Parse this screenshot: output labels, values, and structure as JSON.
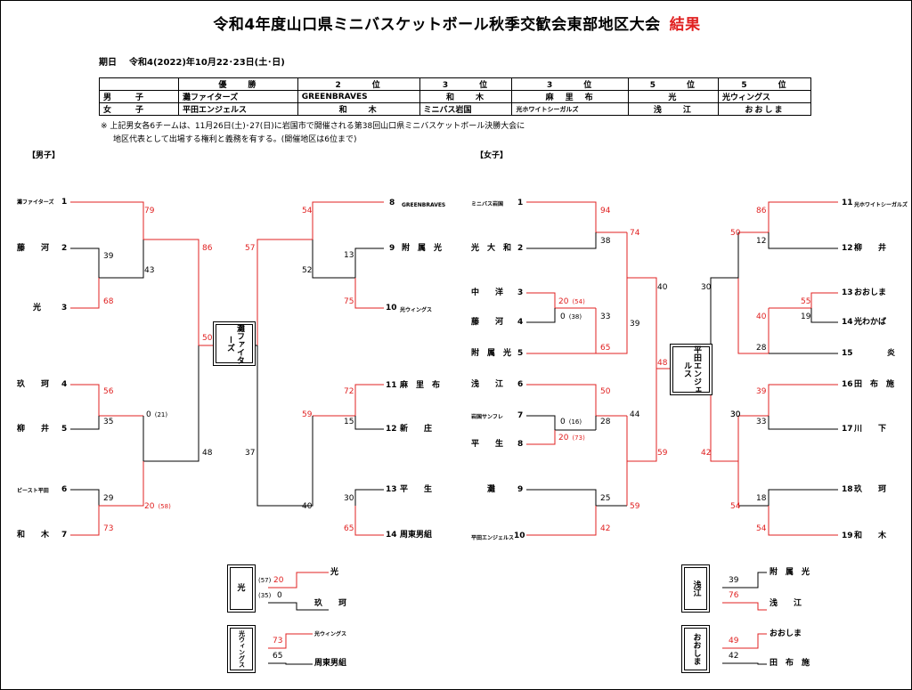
{
  "title": "令和4年度山口県ミニバスケットボール秋季交歓会東部地区大会",
  "title_result": "結果",
  "date_label": "期日",
  "date_value": "令和4(2022)年10月22･23日(土･日)",
  "results_table": {
    "header": [
      "優　　勝",
      "2　　　位",
      "3　　　位",
      "3　　　位",
      "5　　　位",
      "5　　　位"
    ],
    "rows": [
      {
        "label": "男　　　子",
        "cells": [
          "灘ファイターズ",
          "GREENBRAVES",
          "和　　木",
          "麻　里　布",
          "光",
          "光ウィングス"
        ]
      },
      {
        "label": "女　　　子",
        "cells": [
          "平田エンジェルス",
          "和　　木",
          "ミニバス岩国",
          "光ホワイトシーガルズ",
          "浅　　江",
          "おおしま"
        ]
      }
    ]
  },
  "note_line1": "※ 上記男女各6チームは、11月26日(土)･27(日)に岩国市で開催される第38回山口県ミニバスケットボール決勝大会に",
  "note_line2": "地区代表として出場する権利と義務を有する。(開催地区は6位まで)",
  "boys_heading": "【男子】",
  "girls_heading": "【女子】",
  "boys_champion": "灘ファイターズ",
  "girls_champion": "平田エンジェルス",
  "teams": [
    {
      "n": "1",
      "name": "灘ファイターズ"
    },
    {
      "n": "2",
      "name": "藤　　河"
    },
    {
      "n": "3",
      "name": "光"
    },
    {
      "n": "4",
      "name": "玖　　珂"
    },
    {
      "n": "5",
      "name": "柳　　井"
    },
    {
      "n": "6",
      "name": "ビースト平田"
    },
    {
      "n": "7",
      "name": "和　　木"
    },
    {
      "n": "8",
      "name": "GREENBRAVES"
    },
    {
      "n": "9",
      "name": "附　属　光"
    },
    {
      "n": "10",
      "name": "光ウィングス"
    },
    {
      "n": "11",
      "name": "麻　里　布"
    },
    {
      "n": "12",
      "name": "新　　庄"
    },
    {
      "n": "13",
      "name": "平　　生"
    },
    {
      "n": "14",
      "name": "周東男組"
    },
    {
      "n": "1",
      "name": "ミニバス岩国"
    },
    {
      "n": "2",
      "name": "光　大　和"
    },
    {
      "n": "3",
      "name": "中　　洋"
    },
    {
      "n": "4",
      "name": "藤　　河"
    },
    {
      "n": "5",
      "name": "附　属　光"
    },
    {
      "n": "6",
      "name": "浅　　江"
    },
    {
      "n": "7",
      "name": "岩国サンフレ"
    },
    {
      "n": "8",
      "name": "平　　生"
    },
    {
      "n": "9",
      "name": "灘"
    },
    {
      "n": "10",
      "name": "平田エンジェルス"
    },
    {
      "n": "11",
      "name": "光ホワイトシーガルズ"
    },
    {
      "n": "12",
      "name": "柳　　井"
    },
    {
      "n": "13",
      "name": "おおしま"
    },
    {
      "n": "14",
      "name": "光わかば"
    },
    {
      "n": "15",
      "name": "炎"
    },
    {
      "n": "16",
      "name": "田　布　施"
    },
    {
      "n": "17",
      "name": "川　　下"
    },
    {
      "n": "18",
      "name": "玖　　珂"
    },
    {
      "n": "19",
      "name": "和　　木"
    }
  ],
  "scores": [
    "79",
    "43",
    "39",
    "68",
    "86",
    "50",
    "29",
    "57",
    "54",
    "52",
    "13",
    "75",
    "56",
    "35",
    "0",
    "(21)",
    "20",
    "(58)",
    "29",
    "73",
    "48",
    "37",
    "40",
    "72",
    "15",
    "59",
    "30",
    "65",
    "94",
    "38",
    "74",
    "20",
    "(54)",
    "0",
    "(38)",
    "33",
    "65",
    "39",
    "40",
    "48",
    "38",
    "30",
    "50",
    "12",
    "86",
    "55",
    "19",
    "40",
    "28",
    "50",
    "30",
    "44",
    "28",
    "0",
    "(16)",
    "20",
    "(73)",
    "59",
    "25",
    "59",
    "42",
    "39",
    "33",
    "30",
    "18",
    "54",
    "54",
    "42"
  ],
  "consolation": {
    "boys_5th_a": {
      "box": "光",
      "top_prev": "(57)",
      "bot_prev": "(35)",
      "top": "20",
      "bot": "0",
      "team_top": "光",
      "team_bot": "玖　　珂"
    },
    "boys_5th_b": {
      "box": "光ウィングス",
      "top": "73",
      "bot": "65",
      "team_top": "光ウィングス",
      "team_bot": "周東男組"
    },
    "girls_5th_a": {
      "box": "浅江",
      "top": "39",
      "bot": "76",
      "team_top": "附　属　光",
      "team_bot": "浅　　江"
    },
    "girls_5th_b": {
      "box": "おおしま",
      "top": "49",
      "bot": "42",
      "team_top": "おおしま",
      "team_bot": "田　布　施"
    }
  },
  "colors": {
    "winner_line": "#e02020",
    "loser_line": "#000000"
  }
}
